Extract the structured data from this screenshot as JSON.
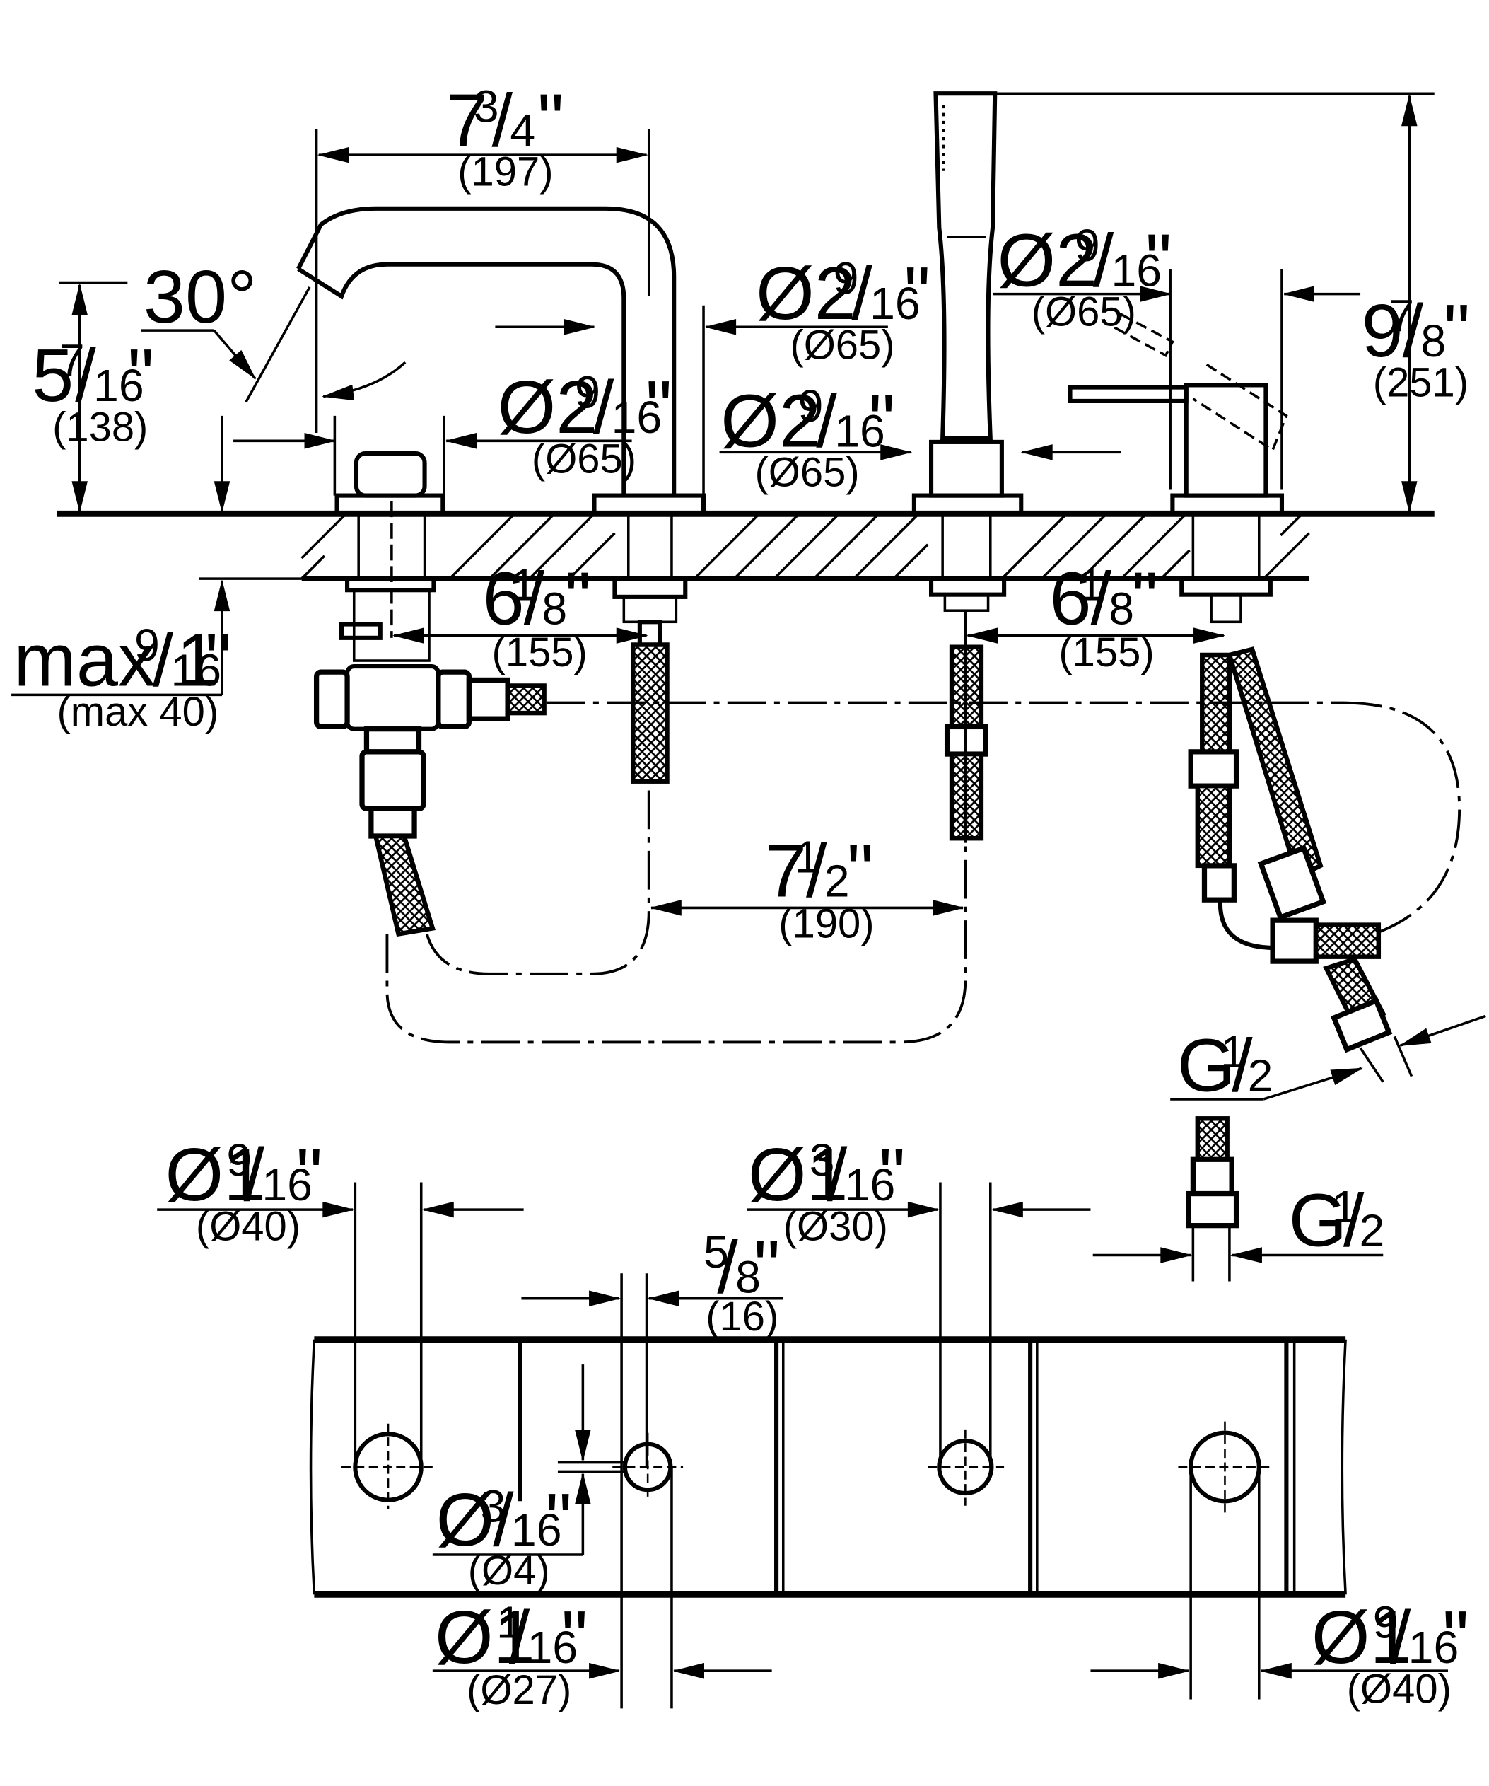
{
  "dimensions": {
    "spout_reach": {
      "whole": "7",
      "num": "3",
      "den": "4",
      "mm": "(197)"
    },
    "spout_height": {
      "whole": "5",
      "num": "7",
      "den": "16",
      "mm": "(138)"
    },
    "angle": "30°",
    "dia_65_a": {
      "whole": "Ø2",
      "num": "9",
      "den": "16",
      "mm": "(Ø65)"
    },
    "dia_65_b": {
      "whole": "Ø2",
      "num": "9",
      "den": "16",
      "mm": "(Ø65)"
    },
    "dia_65_c": {
      "whole": "Ø2",
      "num": "9",
      "den": "16",
      "mm": "(Ø65)"
    },
    "dia_65_d": {
      "whole": "Ø2",
      "num": "9",
      "den": "16",
      "mm": "(Ø65)"
    },
    "total_height": {
      "whole": "9",
      "num": "7",
      "den": "8",
      "mm": "(251)"
    },
    "deck_thickness": {
      "whole": "max 1",
      "num": "9",
      "den": "16",
      "mm": "(max 40)"
    },
    "spacing_left": {
      "whole": "6",
      "num": "1",
      "den": "8",
      "mm": "(155)"
    },
    "spacing_right": {
      "whole": "6",
      "num": "1",
      "den": "8",
      "mm": "(155)"
    },
    "spacing_mid": {
      "whole": "7",
      "num": "1",
      "den": "2",
      "mm": "(190)"
    },
    "thread_a": {
      "whole": "G",
      "num": "1",
      "den": "2"
    },
    "thread_b": {
      "whole": "G",
      "num": "1",
      "den": "2"
    },
    "hole_40_left": {
      "whole": "Ø1",
      "num": "9",
      "den": "16",
      "mm": "(Ø40)"
    },
    "hole_30": {
      "whole": "Ø1",
      "num": "3",
      "den": "16",
      "mm": "(Ø30)"
    },
    "offset_16": {
      "whole": "",
      "num": "5",
      "den": "8",
      "mm": "(16)"
    },
    "slot_4": {
      "whole": "Ø",
      "num": "3",
      "den": "16",
      "mm": "(Ø4)"
    },
    "hole_27": {
      "whole": "Ø1",
      "num": "1",
      "den": "16",
      "mm": "(Ø27)"
    },
    "hole_40_right": {
      "whole": "Ø1",
      "num": "9",
      "den": "16",
      "mm": "(Ø40)"
    }
  }
}
